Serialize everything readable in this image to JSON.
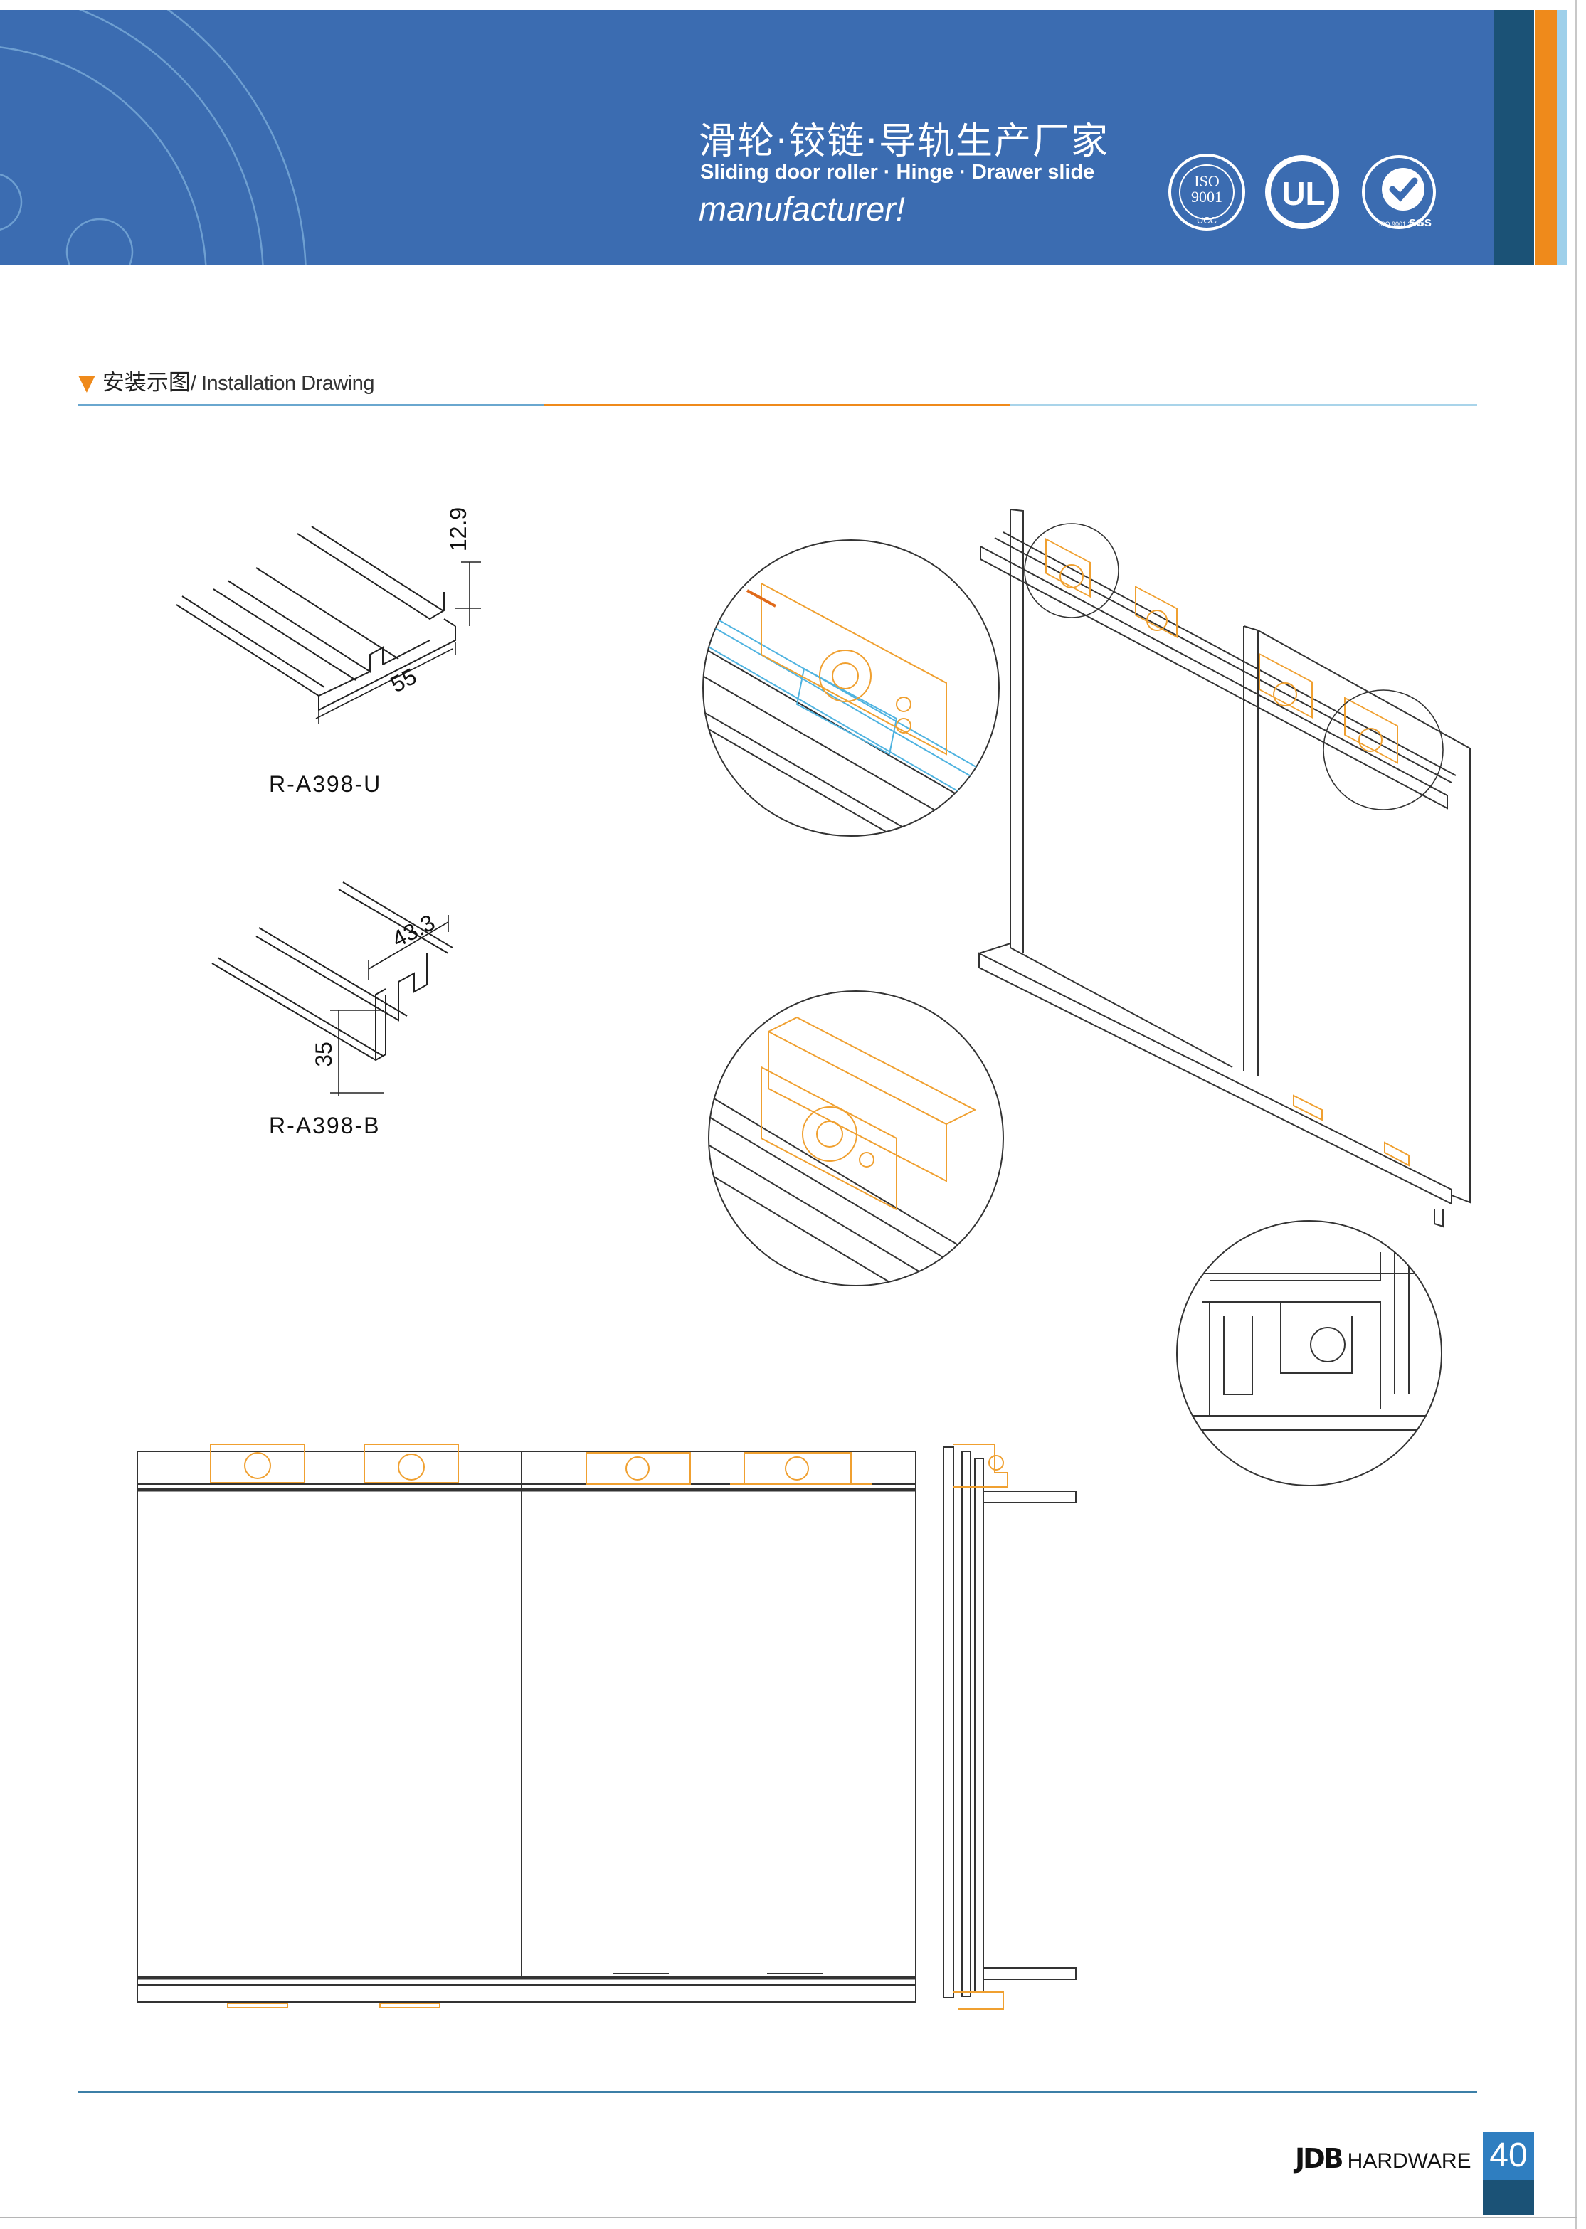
{
  "header": {
    "title_cn": "滑轮·铰链·导轨生产厂家",
    "title_en_line1": "Sliding door roller  · Hinge  · Drawer slide",
    "title_en_line2": "manufacturer!",
    "certifications": [
      {
        "icon": "iso-9001-seal-icon",
        "text_top": "ISO",
        "text_mid": "9001",
        "text_bottom": "UCC"
      },
      {
        "icon": "ul-mark-icon",
        "text": "UL"
      },
      {
        "icon": "sgs-seal-icon",
        "text": "SGS",
        "text_arc": "ISO 9001:2000"
      }
    ]
  },
  "section": {
    "title_cn": "安装示图",
    "title_en": "/ Installation Drawing"
  },
  "profiles": [
    {
      "code": "R-A398-U",
      "dim_height": "12.9",
      "dim_width": "55"
    },
    {
      "code": "R-A398-B",
      "dim_width": "43.3",
      "dim_height": "35"
    }
  ],
  "colors": {
    "header_blue": "#3b6cb1",
    "accent_orange": "#ef8a1b",
    "roller_orange": "#f0a030",
    "track_blue": "#4fb3e0"
  },
  "footer": {
    "brand_logo": "JDB",
    "brand_text": "HARDWARE",
    "page_number": "40"
  }
}
